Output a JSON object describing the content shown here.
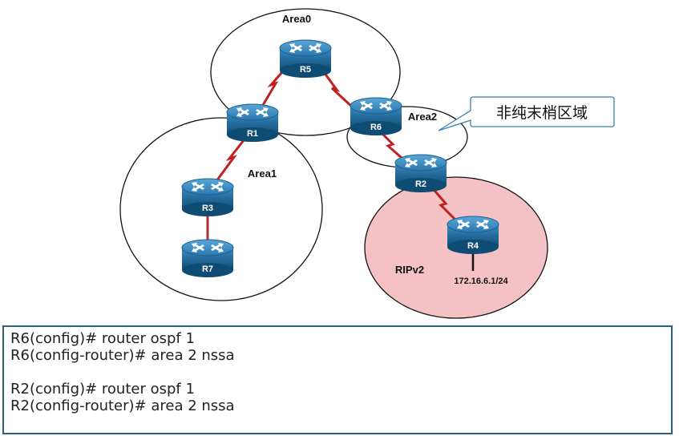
{
  "areas": {
    "area0": "Area0",
    "area1": "Area1",
    "area2": "Area2",
    "rip": "RIPv2"
  },
  "routers": {
    "r1": "R1",
    "r2": "R2",
    "r3": "R3",
    "r4": "R4",
    "r5": "R5",
    "r6": "R6",
    "r7": "R7"
  },
  "r4_ip": "172.16.6.1/24",
  "callout": "非纯末梢区域",
  "colors": {
    "router_fill": "#1f6ea0",
    "router_dark": "#0f4c74",
    "serial_link": "#c02020",
    "ethernet_link": "#b03030",
    "rip_area_fill": "#f4c1c4",
    "box_border": "#2e5f7f"
  },
  "config": {
    "line1": "R6(config)# router ospf 1",
    "line2": "R6(config-router)# area 2 nssa",
    "line3": "R2(config)# router ospf 1",
    "line4": "R2(config-router)# area 2 nssa"
  }
}
